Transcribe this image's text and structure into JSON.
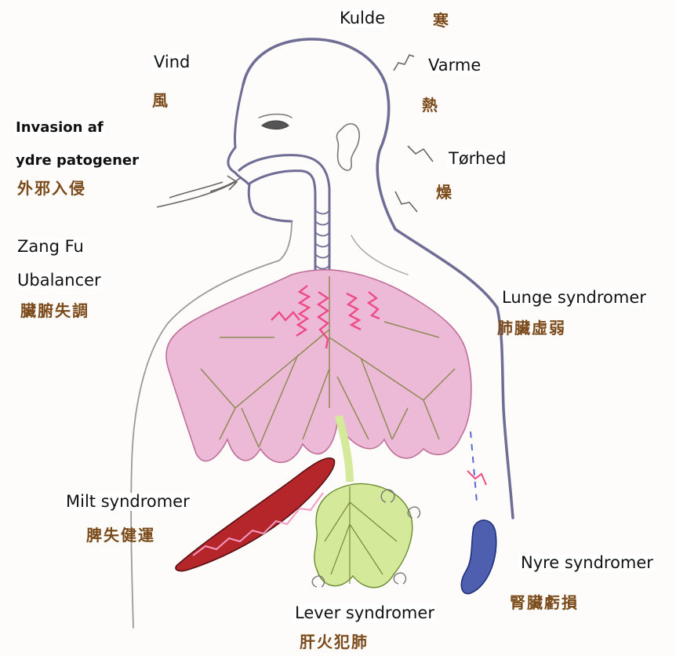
{
  "colors": {
    "outline": "#6f6d95",
    "lung_fill": "#eab2d3",
    "lung_vein": "#8f8a55",
    "arrow_pink": "#ee4a86",
    "spleen_fill": "#b5262a",
    "liver_fill": "#d4ea9a",
    "kidney_fill": "#4e5fb0",
    "chinese_text": "#7a4a1a"
  },
  "labels": {
    "cold": {
      "da": "Kulde",
      "zh": "寒"
    },
    "wind": {
      "da": "Vind",
      "zh": "風"
    },
    "heat": {
      "da": "Varme",
      "zh": "熱"
    },
    "invasion": {
      "da_line1": "Invasion af",
      "da_line2": "ydre patogener",
      "zh": "外邪入侵"
    },
    "dryness": {
      "da": "Tørhed",
      "zh": "燥"
    },
    "zangfu": {
      "da_line1": "Zang Fu",
      "da_line2": "Ubalancer",
      "zh": "臟腑失調"
    },
    "lung": {
      "da": "Lunge syndromer",
      "zh": "肺臟虛弱"
    },
    "spleen": {
      "da": "Milt syndromer",
      "zh": "脾失健運"
    },
    "kidney": {
      "da": "Nyre syndromer",
      "zh": "腎臟虧損"
    },
    "liver": {
      "da": "Lever syndromer",
      "zh": "肝火犯肺"
    }
  }
}
